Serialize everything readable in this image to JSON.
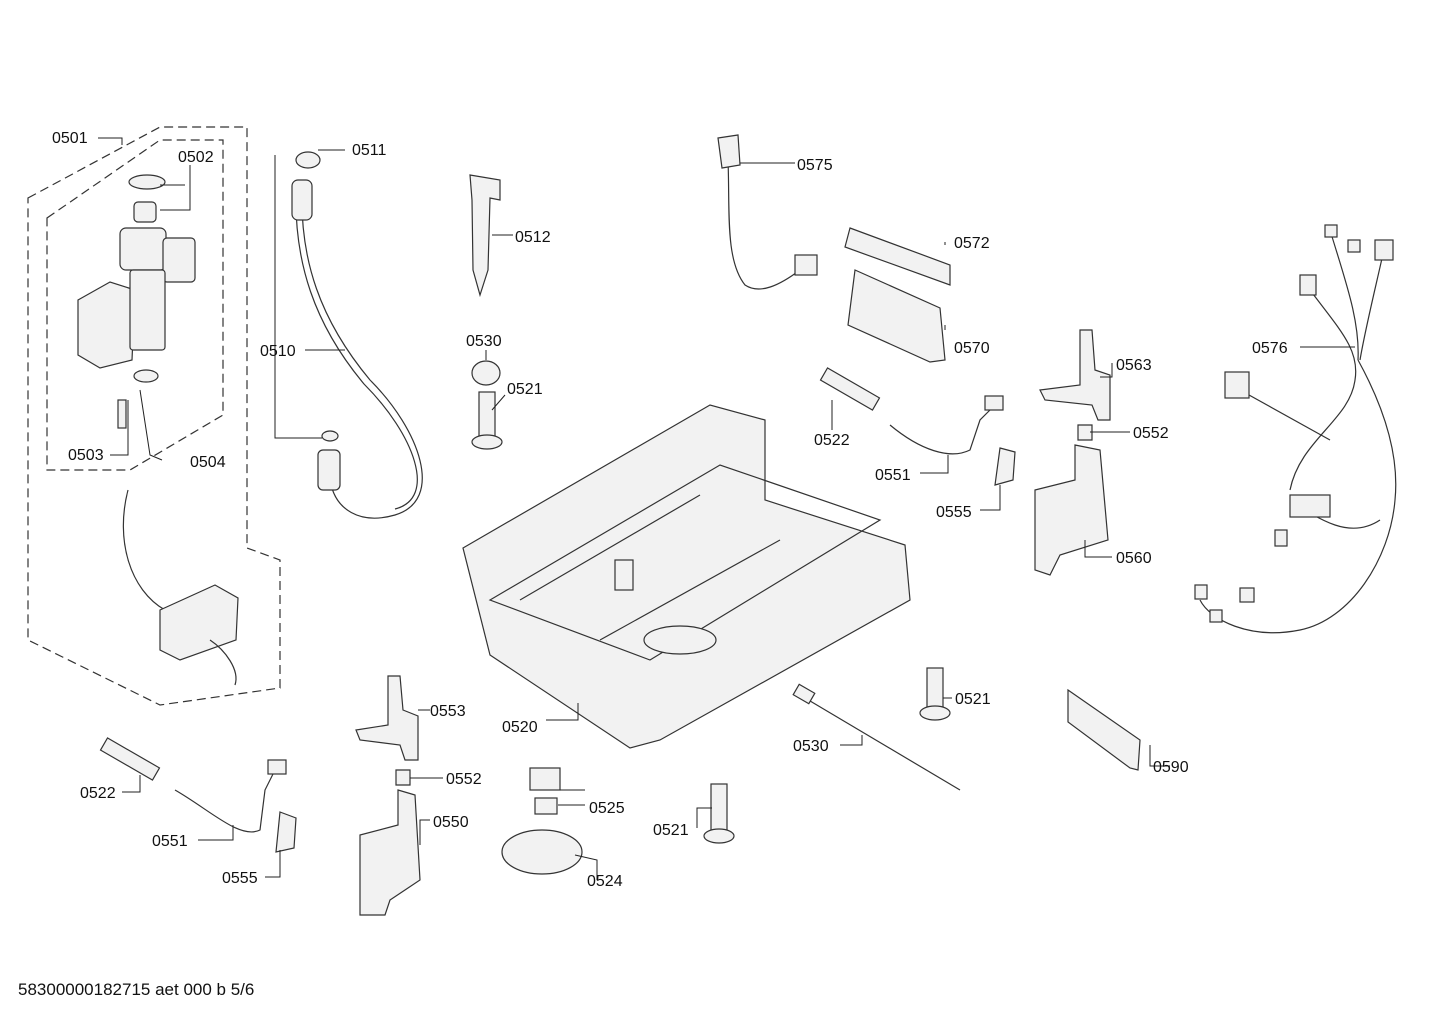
{
  "labels": {
    "l0501": "0501",
    "l0502": "0502",
    "l0503": "0503",
    "l0504": "0504",
    "l0510": "0510",
    "l0511": "0511",
    "l0512": "0512",
    "l0530a": "0530",
    "l0521a": "0521",
    "l0520": "0520",
    "l0522a": "0522",
    "l0551a": "0551",
    "l0555a": "0555",
    "l0575": "0575",
    "l0572": "0572",
    "l0570": "0570",
    "l0563": "0563",
    "l0552a": "0552",
    "l0560": "0560",
    "l0576": "0576",
    "l0521b": "0521",
    "l0530b": "0530",
    "l0590": "0590",
    "l0553": "0553",
    "l0552b": "0552",
    "l0550": "0550",
    "l0525": "0525",
    "l0524": "0524",
    "l0521c": "0521",
    "l0522b": "0522",
    "l0551b": "0551",
    "l0555b": "0555"
  },
  "footer": {
    "code": "58300000182715 aet 000 b 5/6"
  }
}
